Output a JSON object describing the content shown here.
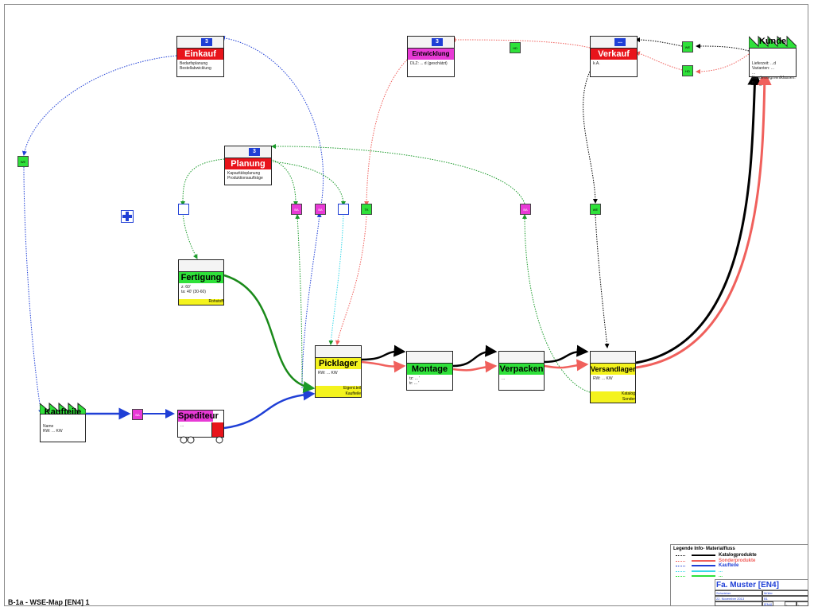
{
  "page": {
    "label": "B-1a - WSE-Map [EN4] 1"
  },
  "colors": {
    "red": "#e8141b",
    "green": "#2fe13a",
    "magenta": "#e83ad6",
    "yellow": "#f4f31d",
    "blue": "#1f3fd6",
    "salmon": "#f0605c",
    "black": "#000000",
    "cyan": "#38d8e8"
  },
  "nodes": {
    "einkauf": {
      "title": "Einkauf",
      "badge": "3",
      "lines": [
        "Bedarfsplanung",
        "Bestellabwicklung"
      ]
    },
    "entwicklung": {
      "title": "Entwicklung",
      "badge": "3",
      "lines": [
        "DLZ: ... d (geschätzt)"
      ]
    },
    "verkauf": {
      "title": "Verkauf",
      "badge": "...",
      "lines": [
        "k.A."
      ]
    },
    "kunde": {
      "title": "Kunde",
      "lines": [
        "Lieferzeit: ...d",
        "Varianten: ...",
        "... Kundensegmentklassen: n"
      ]
    },
    "planung": {
      "title": "Planung",
      "badge": "3",
      "lines": [
        "Kapazitätsplanung",
        "Produktionsaufträge"
      ]
    },
    "fertigung": {
      "title": "Fertigung",
      "lines": [
        "z: 60'",
        "ta: 40' (30-60)"
      ],
      "footer": "Rohstoff"
    },
    "picklager": {
      "title": "Picklager",
      "lines": [
        "RW: ... KW"
      ],
      "footer1": "Eigent.teil",
      "footer2": "Kaufteile"
    },
    "montage": {
      "title": "Montage",
      "lines": [
        "tz: ... '",
        "tr: ... '"
      ]
    },
    "verpacken": {
      "title": "Verpacken",
      "lines": [
        "..."
      ]
    },
    "versandlager": {
      "title": "Versandlager",
      "lines": [
        "RW: ... KW"
      ],
      "footer1": "Katalog",
      "footer2": "Sonder"
    },
    "kaufteile": {
      "title": "Kaufteile",
      "lines": [
        "Name",
        "RW: ... KW"
      ]
    },
    "spediteur": {
      "title": "Spediteur",
      "lines": [
        "..."
      ]
    }
  },
  "tags": {
    "ba": "BA",
    "hd": "HD",
    "mail": "WE",
    "tel": "TK"
  },
  "legend": {
    "title": "Legende Info- Materialfluss",
    "items": [
      {
        "label": "Katalogprodukte",
        "color": "#000000"
      },
      {
        "label": "Sonderprodukte",
        "color": "#f0605c"
      },
      {
        "label": "Kaufteile",
        "color": "#1f3fd6"
      },
      {
        "label": "...",
        "color": "#38d8e8"
      },
      {
        "label": "...",
        "color": "#2fe13a"
      }
    ]
  },
  "titleblock": {
    "company": "Fa. Muster [EN4]",
    "author": "Schwieker",
    "checker": "Müller",
    "date": "22. November 2013",
    "rev": "B1",
    "dept": "[EN4]",
    "dash": "-"
  }
}
